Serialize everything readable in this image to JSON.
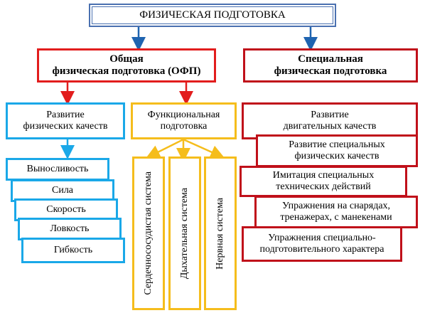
{
  "root": {
    "label": "ФИЗИЧЕСКАЯ ПОДГОТОВКА"
  },
  "ofp": {
    "line1": "Общая",
    "line2": "физическая подготовка (ОФП)",
    "development": {
      "line1": "Развитие",
      "line2": "физических качеств"
    },
    "qualities": [
      "Выносливость",
      "Сила",
      "Скорость",
      "Ловкость",
      "Гибкость"
    ],
    "functional": {
      "line1": "Функциональная",
      "line2": "подготовка",
      "systems": [
        "Сердечнососудистая система",
        "Дыхательная система",
        "Нервная система"
      ]
    }
  },
  "spec": {
    "line1": "Специальная",
    "line2": "физическая подготовка",
    "items": [
      {
        "line1": "Развитие",
        "line2": "двигательных качеств"
      },
      {
        "line1": "Развитие специальных",
        "line2": "физических качеств"
      },
      {
        "line1": "Имитация специальных",
        "line2": "технических действий"
      },
      {
        "line1": "Упражнения на снарядах,",
        "line2": "тренажерах, с манекенами"
      },
      {
        "line1": "Упражнения специально-",
        "line2": "подготовительного характера"
      }
    ]
  },
  "colors": {
    "root_border": "#4a70b0",
    "ofp_border": "#e21d1d",
    "spec_border": "#c0101a",
    "blue_border": "#1aa8e8",
    "yellow_border": "#f5bd1c",
    "arrow_blue": "#1f64b0"
  }
}
